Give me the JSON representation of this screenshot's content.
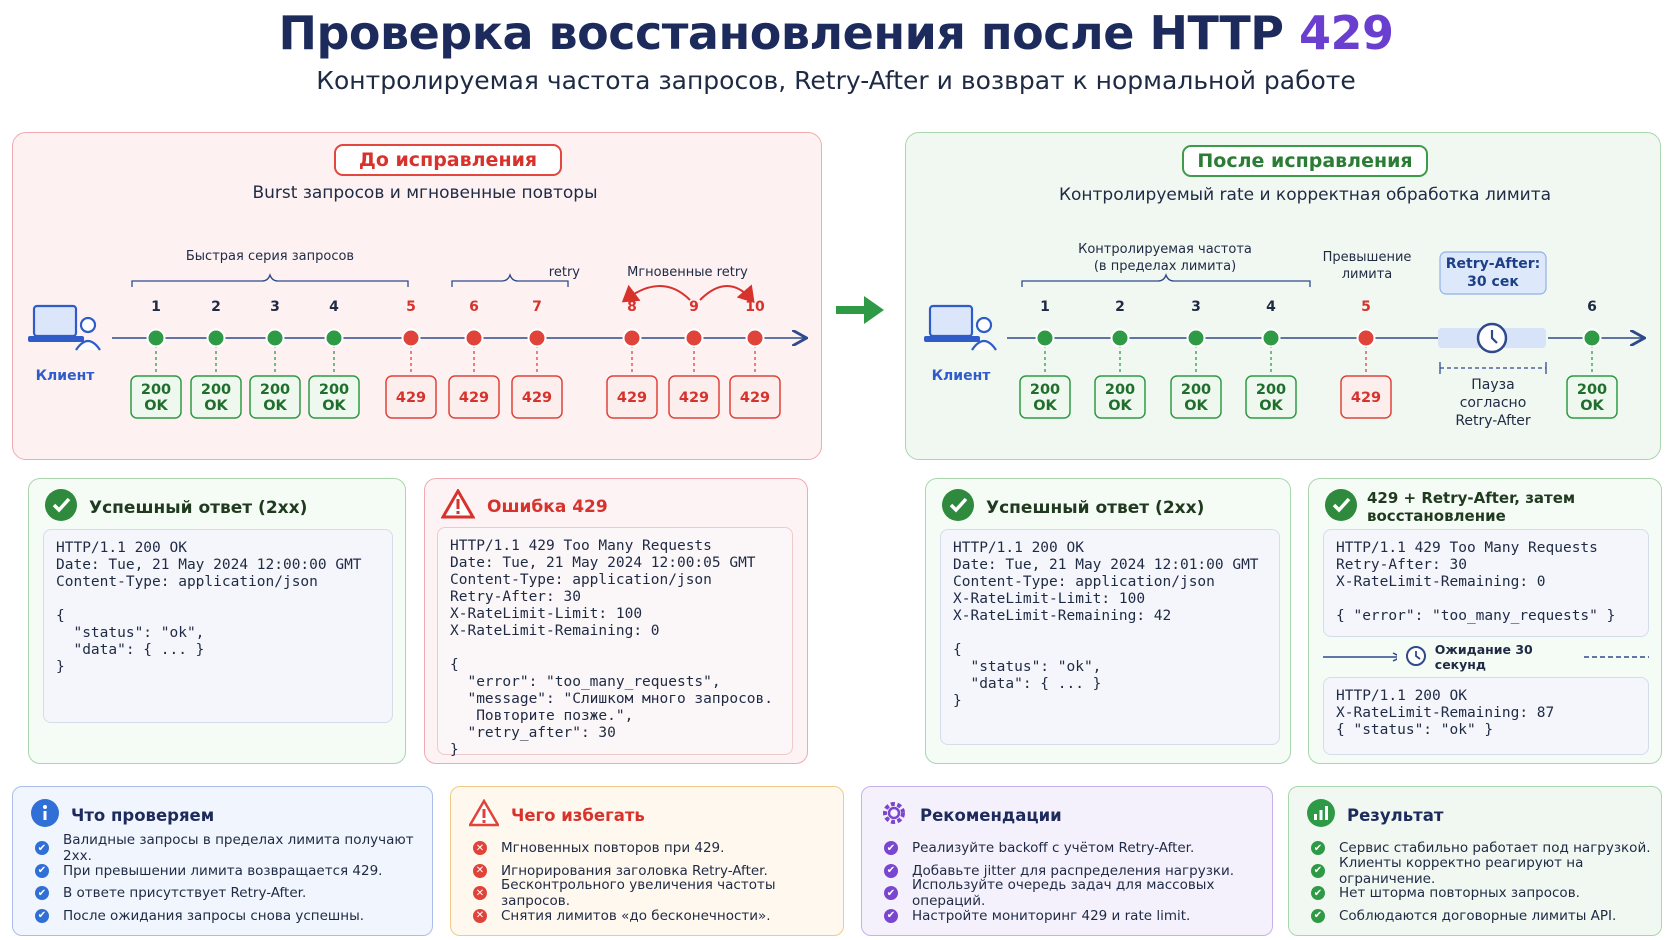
{
  "header": {
    "title_main": "Проверка восстановления после HTTP ",
    "title_accent": "429",
    "subtitle": "Контролируемая частота запросов, Retry-After и возврат к нормальной работе"
  },
  "before": {
    "pill": "До исправления",
    "subtitle": "Burst запросов и мгновенные повторы",
    "client": "Клиент",
    "brace_burst": "Быстрая серия запросов",
    "brace_retry": "retry",
    "brace_instant": "Мгновенные retry",
    "nodes": [
      {
        "n": "1",
        "status": "200\nOK",
        "ok": true
      },
      {
        "n": "2",
        "status": "200\nOK",
        "ok": true
      },
      {
        "n": "3",
        "status": "200\nOK",
        "ok": true
      },
      {
        "n": "4",
        "status": "200\nOK",
        "ok": true
      },
      {
        "n": "5",
        "status": "429",
        "ok": false
      },
      {
        "n": "6",
        "status": "429",
        "ok": false
      },
      {
        "n": "7",
        "status": "429",
        "ok": false
      },
      {
        "n": "8",
        "status": "429",
        "ok": false
      },
      {
        "n": "9",
        "status": "429",
        "ok": false
      },
      {
        "n": "10",
        "status": "429",
        "ok": false
      }
    ]
  },
  "after": {
    "pill": "После исправления",
    "subtitle": "Контролируемый rate и корректная обработка лимита",
    "client": "Клиент",
    "brace_controlled": "Контролируемая частота\n(в пределах лимита)",
    "exceed": "Превышение\nлимита",
    "retry_after_badge": "Retry-After:\n30 сек",
    "pause_label": "Пауза\nсогласно\nRetry-After",
    "nodes": [
      {
        "n": "1",
        "status": "200\nOK",
        "ok": true
      },
      {
        "n": "2",
        "status": "200\nOK",
        "ok": true
      },
      {
        "n": "3",
        "status": "200\nOK",
        "ok": true
      },
      {
        "n": "4",
        "status": "200\nOK",
        "ok": true
      },
      {
        "n": "5",
        "status": "429",
        "ok": false
      },
      {
        "n": "6",
        "status": "200\nOK",
        "ok": true
      }
    ]
  },
  "cards": {
    "ok_before": {
      "title": "Успешный ответ (2xx)",
      "code": "HTTP/1.1 200 OK\nDate: Tue, 21 May 2024 12:00:00 GMT\nContent-Type: application/json\n\n{\n  \"status\": \"ok\",\n  \"data\": { ... }\n}"
    },
    "err_before": {
      "title": "Ошибка 429",
      "code": "HTTP/1.1 429 Too Many Requests\nDate: Tue, 21 May 2024 12:00:05 GMT\nContent-Type: application/json\nRetry-After: 30\nX-RateLimit-Limit: 100\nX-RateLimit-Remaining: 0\n\n{\n  \"error\": \"too_many_requests\",\n  \"message\": \"Слишком много запросов.\n   Повторите позже.\",\n  \"retry_after\": 30\n}"
    },
    "ok_after": {
      "title": "Успешный ответ (2xx)",
      "code": "HTTP/1.1 200 OK\nDate: Tue, 21 May 2024 12:01:00 GMT\nContent-Type: application/json\nX-RateLimit-Limit: 100\nX-RateLimit-Remaining: 42\n\n{\n  \"status\": \"ok\",\n  \"data\": { ... }\n}"
    },
    "recover_after": {
      "title": "429 + Retry-After, затем восстановление",
      "code1": "HTTP/1.1 429 Too Many Requests\nRetry-After: 30\nX-RateLimit-Remaining: 0\n\n{ \"error\": \"too_many_requests\" }",
      "wait": "Ожидание 30 секунд",
      "code2": "HTTP/1.1 200 OK\nX-RateLimit-Remaining: 87\n{ \"status\": \"ok\" }"
    }
  },
  "info": [
    {
      "title": "Что проверяем",
      "color": "#2f6fd6",
      "items": [
        "Валидные запросы в пределах лимита получают 2xx.",
        "При превышении лимита возвращается 429.",
        "В ответе присутствует Retry-After.",
        "После ожидания запросы снова успешны."
      ]
    },
    {
      "title": "Чего избегать",
      "color": "#e0433a",
      "items": [
        "Мгновенных повторов при 429.",
        "Игнорирования заголовка Retry-After.",
        "Бесконтрольного увеличения частоты запросов.",
        "Снятия лимитов «до бесконечности»."
      ]
    },
    {
      "title": "Рекомендации",
      "color": "#7a45cf",
      "items": [
        "Реализуйте backoff с учётом Retry-After.",
        "Добавьте jitter для распределения нагрузки.",
        "Используйте очередь задач для массовых операций.",
        "Настройте мониторинг 429 и rate limit."
      ]
    },
    {
      "title": "Результат",
      "color": "#2f9a45",
      "items": [
        "Сервис стабильно работает под нагрузкой.",
        "Клиенты корректно реагируют на ограничение.",
        "Нет шторма повторных запросов.",
        "Соблюдаются договорные лимиты API."
      ]
    }
  ]
}
